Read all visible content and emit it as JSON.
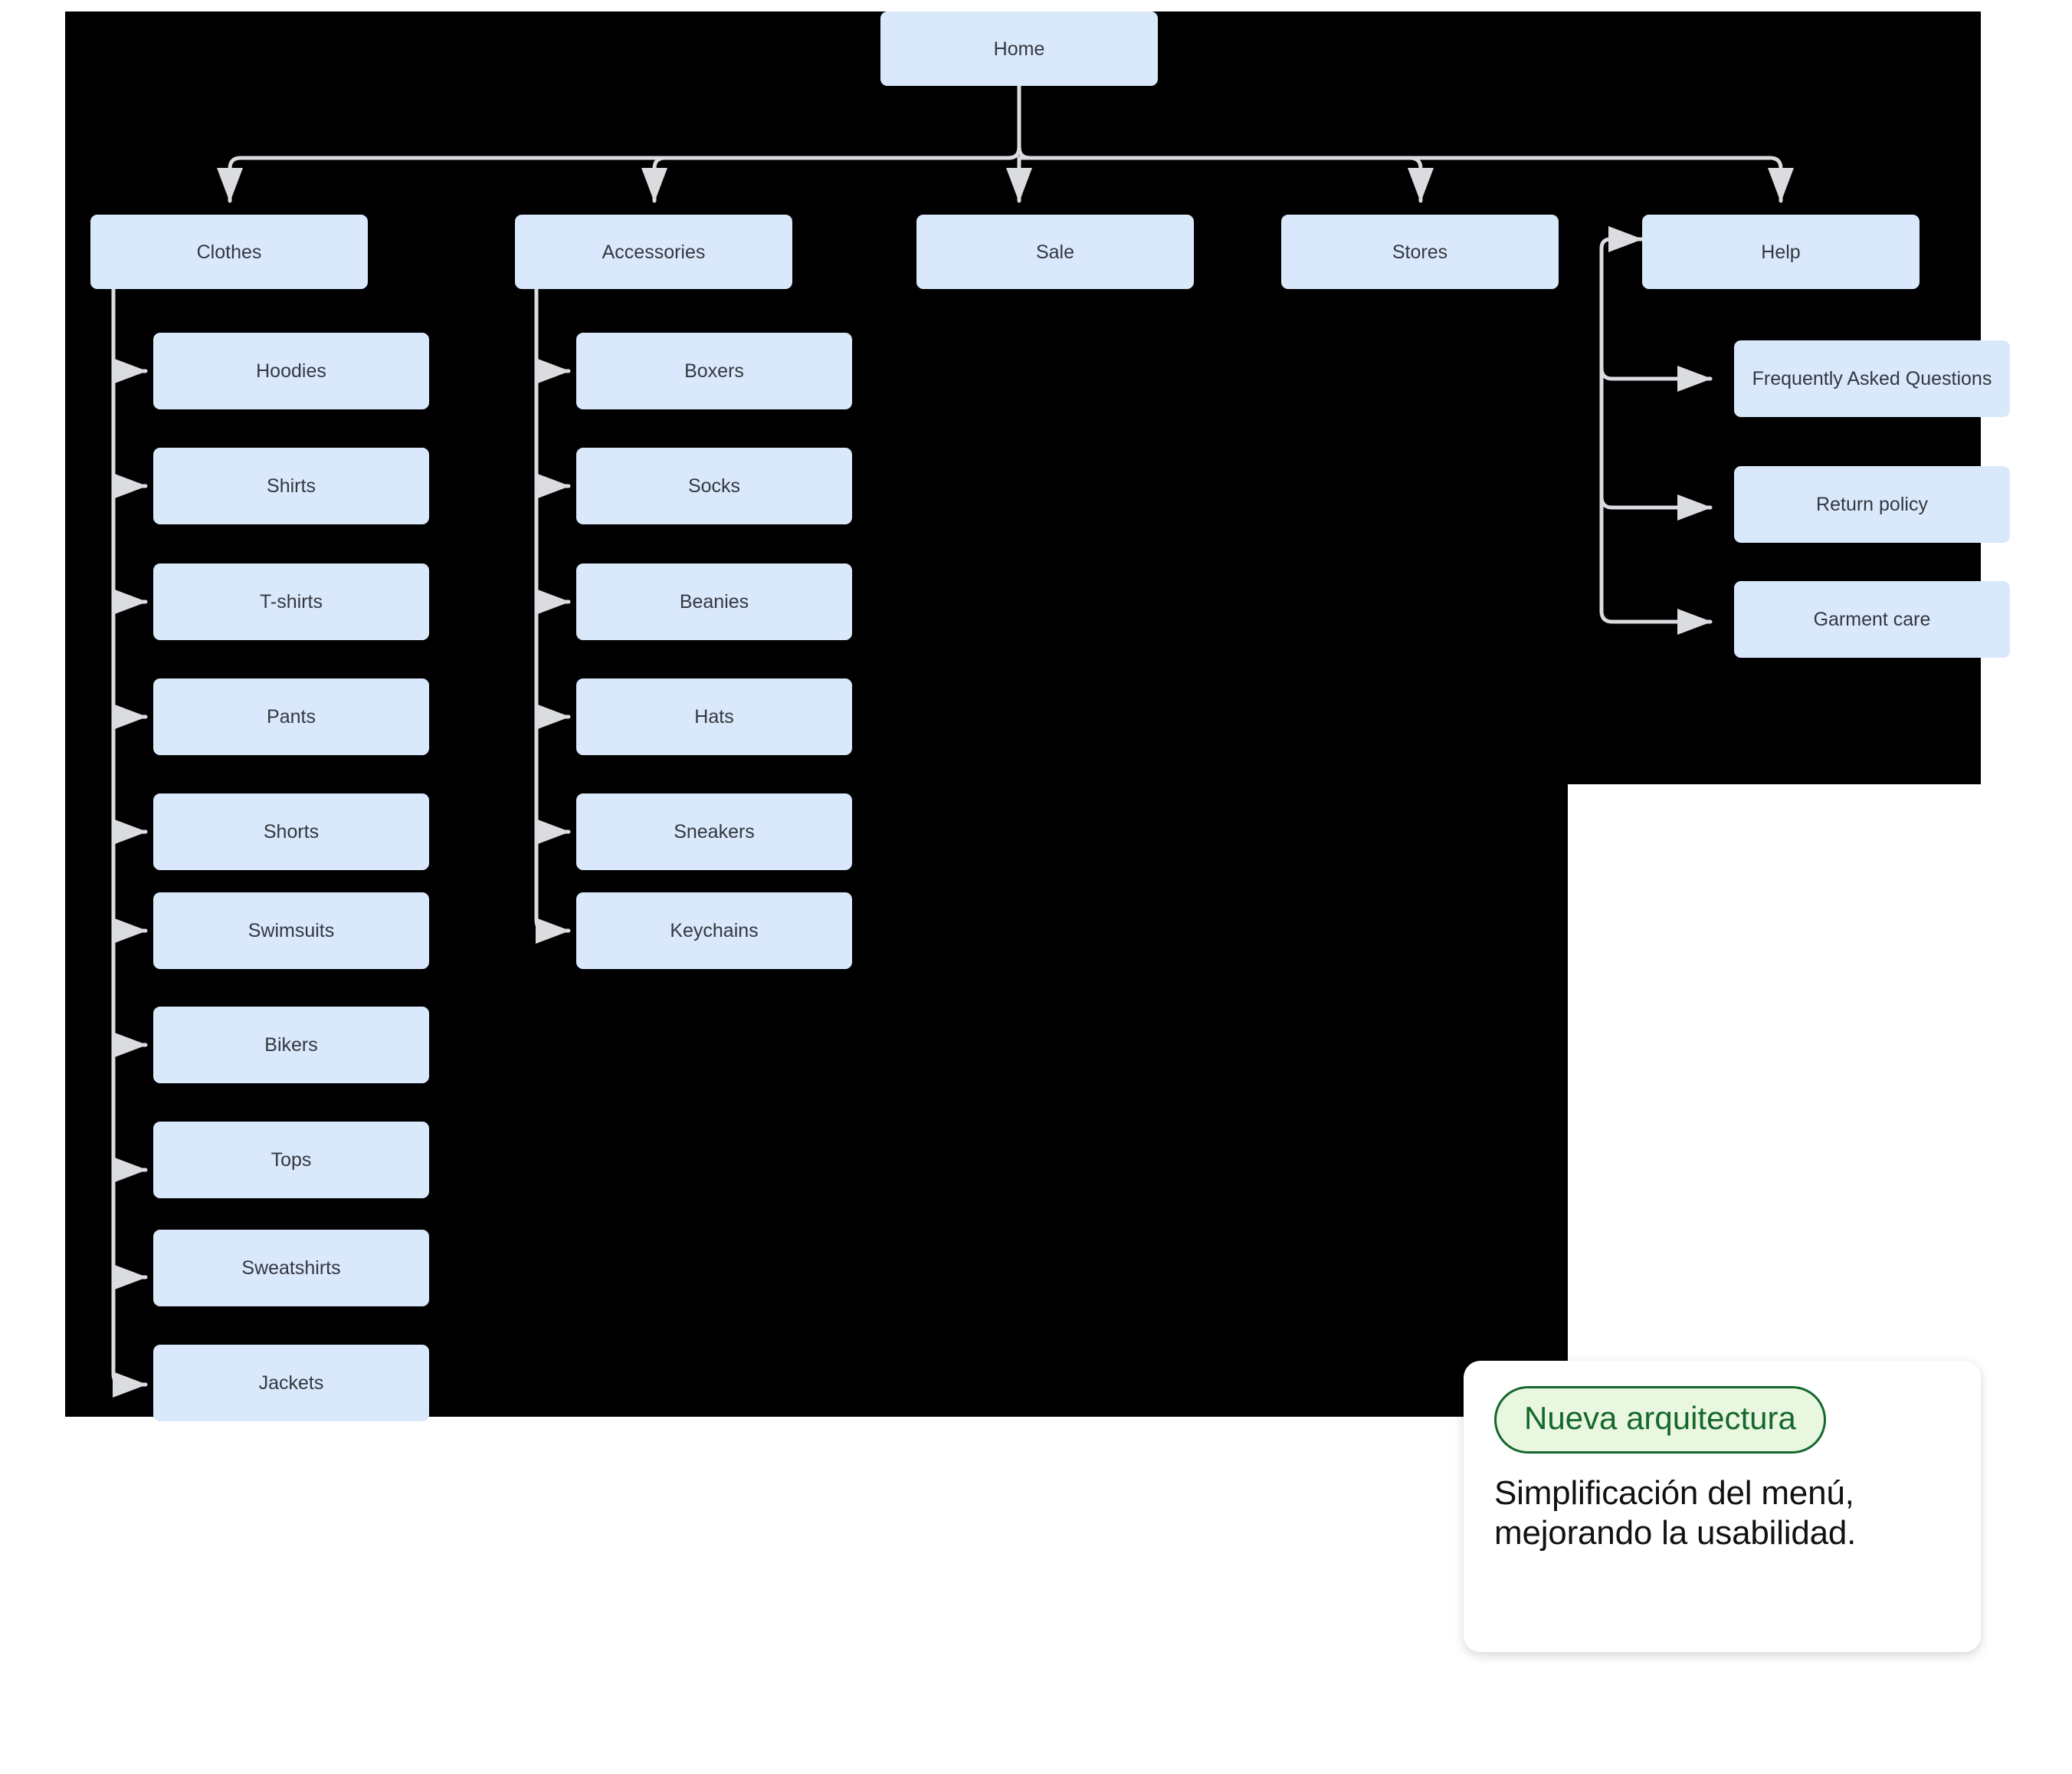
{
  "canvas": {
    "background_color": "#000000",
    "node_fill_color": "#dae8fc",
    "node_text_color": "#333840",
    "connector_color": "#dadce0"
  },
  "diagram": {
    "type": "sitemap-tree",
    "root": {
      "label": "Home"
    },
    "level1": [
      {
        "label": "Clothes"
      },
      {
        "label": "Accessories"
      },
      {
        "label": "Sale"
      },
      {
        "label": "Stores"
      },
      {
        "label": "Help"
      }
    ],
    "clothes_children": [
      {
        "label": "Hoodies"
      },
      {
        "label": "Shirts"
      },
      {
        "label": "T-shirts"
      },
      {
        "label": "Pants"
      },
      {
        "label": "Shorts"
      },
      {
        "label": "Swimsuits"
      },
      {
        "label": "Bikers"
      },
      {
        "label": "Tops"
      },
      {
        "label": "Sweatshirts"
      },
      {
        "label": "Jackets"
      }
    ],
    "accessories_children": [
      {
        "label": "Boxers"
      },
      {
        "label": "Socks"
      },
      {
        "label": "Beanies"
      },
      {
        "label": "Hats"
      },
      {
        "label": "Sneakers"
      },
      {
        "label": "Keychains"
      }
    ],
    "sale_children": [],
    "stores_children": [],
    "help_children": [
      {
        "label": "Frequently Asked Questions"
      },
      {
        "label": "Return policy"
      },
      {
        "label": "Garment care"
      }
    ]
  },
  "note_card": {
    "badge_label": "Nueva arquitectura",
    "badge_fill_color": "#eaf7e0",
    "badge_border_color": "#14682c",
    "badge_text_color": "#14682c",
    "body_text": "Simplificación del menú,\nmejorando la usabilidad."
  }
}
